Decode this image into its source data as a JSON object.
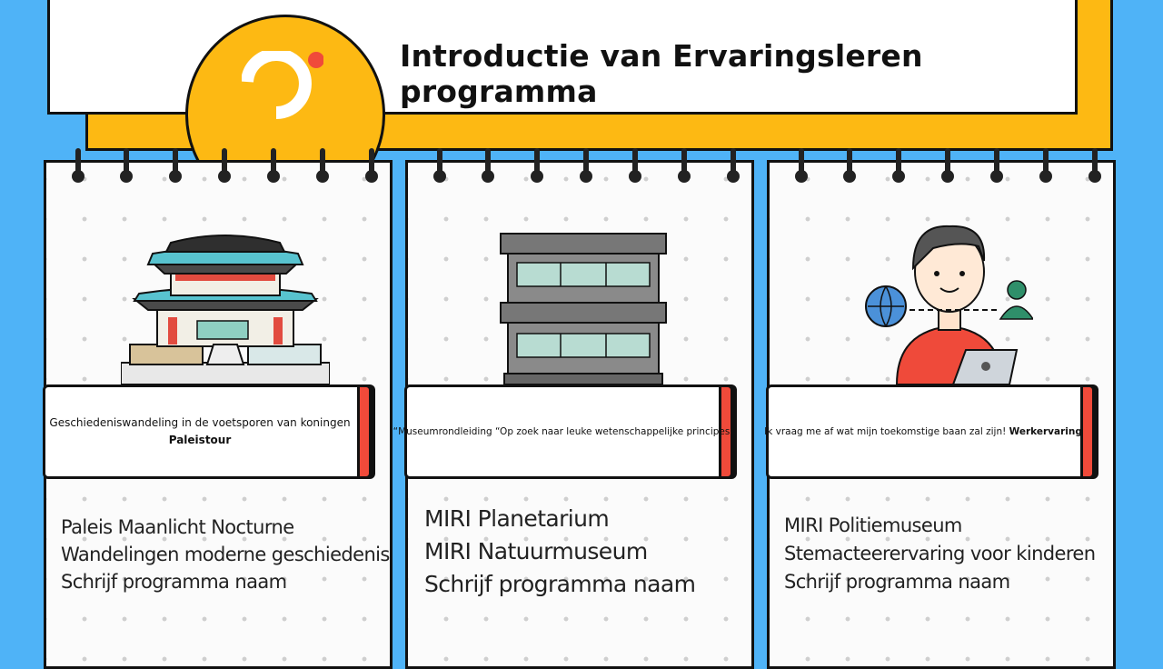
{
  "header": {
    "title": "Introductie van Ervaringsleren programma"
  },
  "cards": [
    {
      "label_line1": "Geschiedeniswandeling in de voetsporen van koningen",
      "label_line2": "Paleistour",
      "programs": [
        "Paleis Maanlicht Nocturne",
        "Wandelingen moderne geschiedenis",
        "Schrijf programma naam"
      ]
    },
    {
      "label_line1": "“Museumrondleiding “Op zoek naar leuke wetenschappelijke principes",
      "programs": [
        "MIRI Planetarium",
        "MIRI Natuurmuseum",
        "Schrijf programma naam"
      ]
    },
    {
      "label_line1": "Ik vraag me af wat mijn toekomstige baan zal zijn!",
      "label_bold": "Werkervaring",
      "programs": [
        "MIRI Politiemuseum",
        "Stemacteerervaring voor kinderen",
        "Schrijf programma naam"
      ]
    }
  ],
  "colors": {
    "background": "#4fb3f7",
    "accent_yellow": "#fdb913",
    "accent_red": "#f04a3a"
  }
}
